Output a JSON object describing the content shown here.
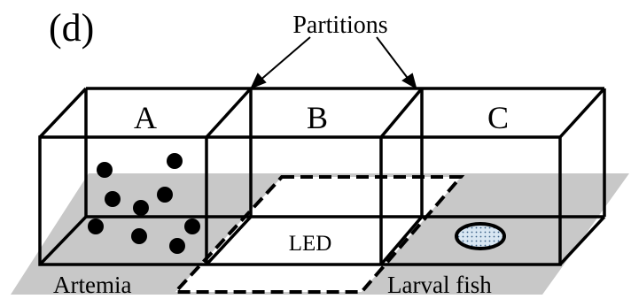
{
  "panel_label": "(d)",
  "partitions_label": "Partitions",
  "compartments": [
    {
      "label": "A"
    },
    {
      "label": "B"
    },
    {
      "label": "C"
    }
  ],
  "led_label": "LED",
  "artemia_label": "Artemia",
  "larval_fish_label": "Larval fish",
  "colors": {
    "floor": "#c8c8c8",
    "led_fill": "#ffffff",
    "outline": "#000000",
    "fish_dish_fill": "#d8e6f2"
  }
}
